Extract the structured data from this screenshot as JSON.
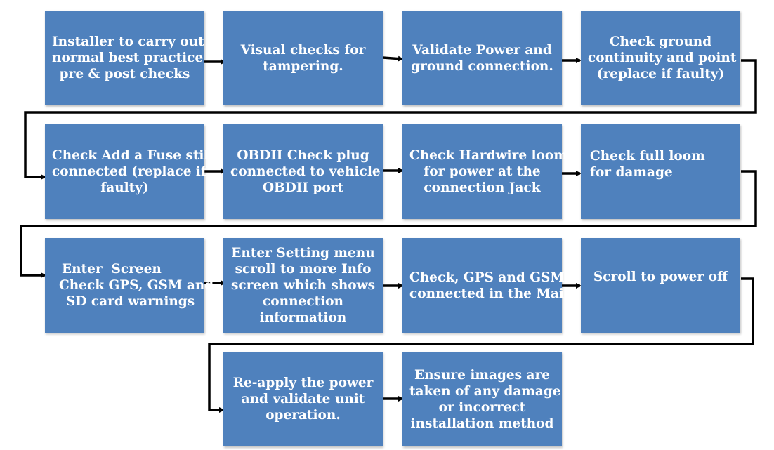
{
  "boxes": [
    {
      "id": "s1",
      "lines": [
        "Installer to carry out",
        "normal best practice",
        "pre & post checks"
      ]
    },
    {
      "id": "s2",
      "lines": [
        "Visual checks for",
        "tampering."
      ]
    },
    {
      "id": "s3",
      "lines": [
        "Validate Power and",
        "ground connection."
      ]
    },
    {
      "id": "s4",
      "lines": [
        "Check ground",
        "continuity and point",
        "(replace if faulty)"
      ]
    },
    {
      "id": "s5",
      "lines": [
        "Check Add a Fuse still",
        "connected (replace if",
        "faulty)"
      ]
    },
    {
      "id": "s6",
      "lines": [
        "OBDII Check plug",
        "connected to vehicle",
        "OBDII port"
      ]
    },
    {
      "id": "s7",
      "lines": [
        "Check Hardwire loom",
        "for power at the",
        "connection Jack"
      ]
    },
    {
      "id": "s8",
      "lines": [
        "Check full loom",
        "for damage"
      ]
    },
    {
      "id": "s9",
      "lines": [
        "Enter  Screen",
        "Check GPS, GSM and",
        "SD card warnings"
      ]
    },
    {
      "id": "s10",
      "lines": [
        "Enter Setting menu",
        "scroll to more Info",
        "screen which shows",
        "connection",
        "information"
      ]
    },
    {
      "id": "s11",
      "lines": [
        "Check, GPS and GSM is",
        "connected in the Main"
      ]
    },
    {
      "id": "s12",
      "lines": [
        "Scroll to power off"
      ]
    },
    {
      "id": "s13",
      "lines": [
        "Re-apply the power",
        "and validate unit",
        "operation."
      ]
    },
    {
      "id": "s14",
      "lines": [
        "Ensure images are",
        "taken of any damage",
        "or incorrect",
        "installation method"
      ]
    }
  ]
}
